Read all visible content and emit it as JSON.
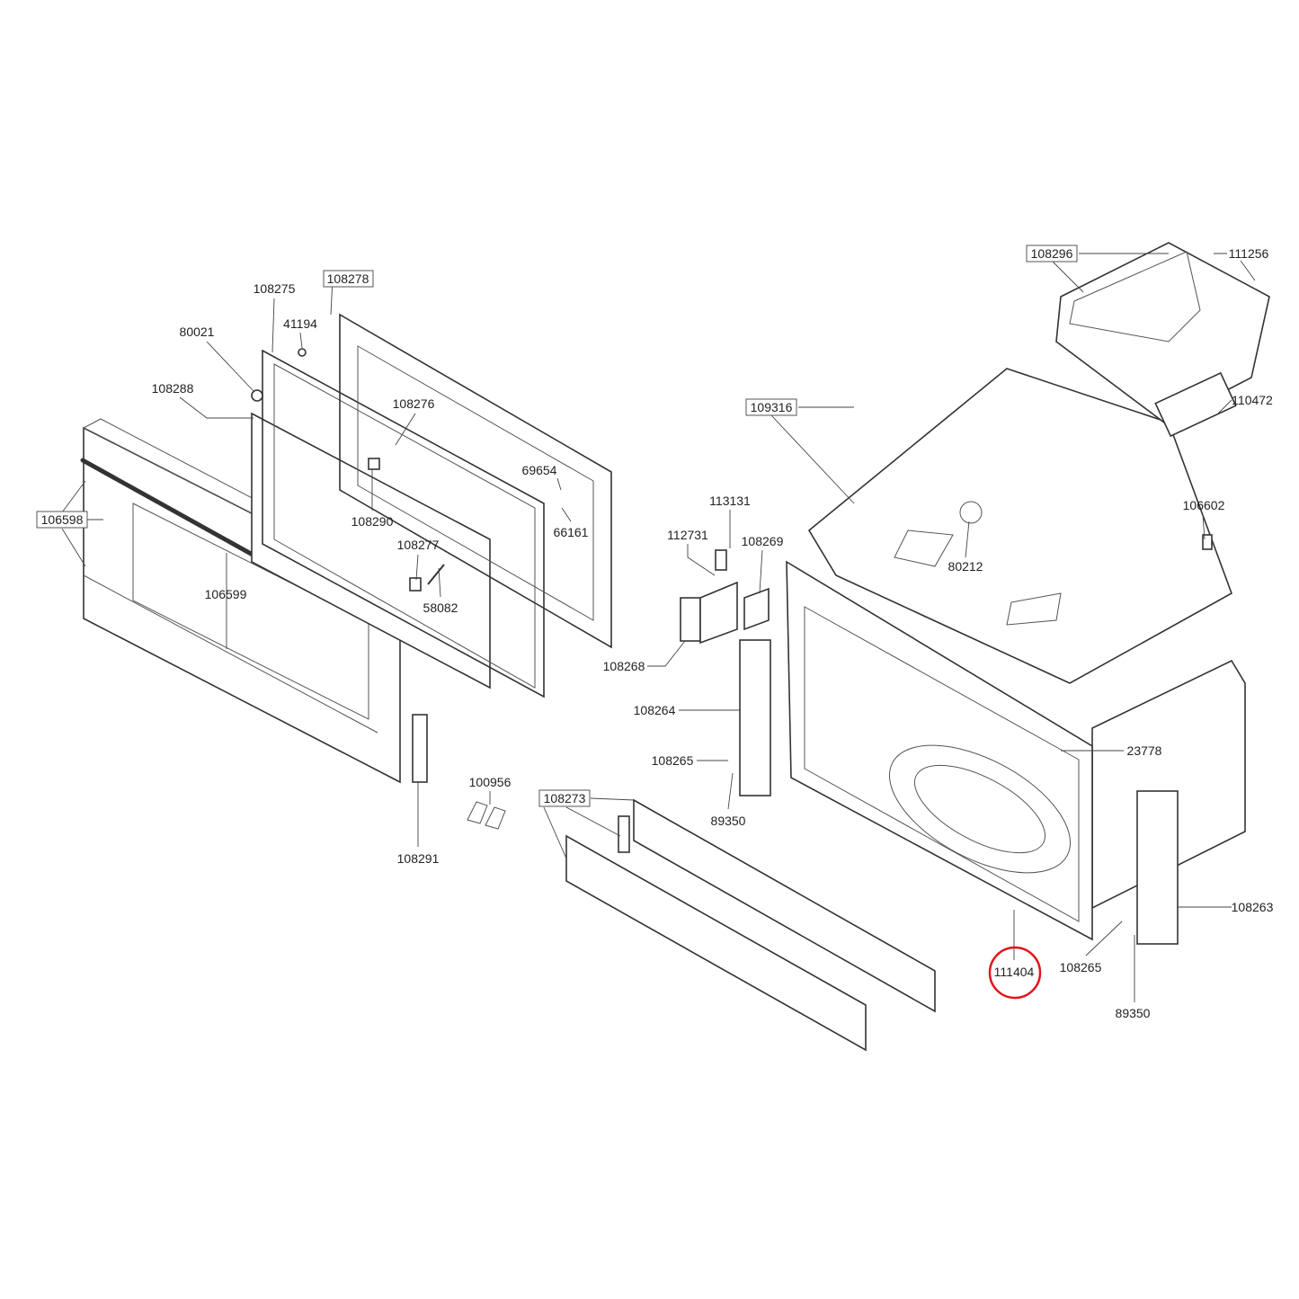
{
  "diagram": {
    "type": "exploded-parts-diagram",
    "highlight_color": "#e0161b",
    "highlighted_part": "111404",
    "labels": {
      "p108296": "108296",
      "p111256": "111256",
      "p108278": "108278",
      "p108275": "108275",
      "p41194": "41194",
      "p80021": "80021",
      "p108288": "108288",
      "p108276": "108276",
      "p109316": "109316",
      "p110472": "110472",
      "p69654": "69654",
      "p106598": "106598",
      "p108290": "108290",
      "p66161": "66161",
      "p113131": "113131",
      "p106602": "106602",
      "p112731": "112731",
      "p108269": "108269",
      "p108277": "108277",
      "p80212": "80212",
      "p106599": "106599",
      "p58082": "58082",
      "p108268": "108268",
      "p108264": "108264",
      "p23778": "23778",
      "p108265a": "108265",
      "p100956": "100956",
      "p108273": "108273",
      "p89350a": "89350",
      "p108291": "108291",
      "p108263": "108263",
      "p111404": "111404",
      "p108265b": "108265",
      "p89350b": "89350"
    }
  }
}
